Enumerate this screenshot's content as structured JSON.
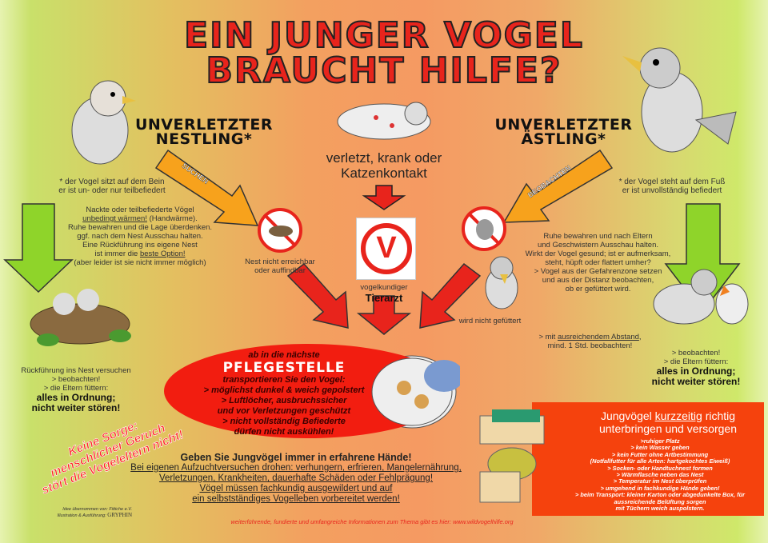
{
  "title": {
    "line1": "EIN JUNGER VOGEL",
    "line2": "BRAUCHT HILFE?"
  },
  "nestling": {
    "heading1": "UNVERLETZTER",
    "heading2": "NESTLING*",
    "note1": "* der Vogel sitzt auf dem Bein",
    "note2": "er ist un- oder nur teilbefiedert",
    "arrow_label": "SUCHEN",
    "text": [
      "Nackte oder teilbefiederte Vögel",
      "unbedingt wärmen!",
      "(Handwärme).",
      "Ruhe bewahren und die Lage überdenken.",
      "ggf. nach dem Nest Ausschau halten.",
      "Eine Rückführung ins eigene Nest",
      "ist immer die",
      "beste Option!",
      "(aber leider ist sie nicht immer möglich)"
    ],
    "no_nest": [
      "Nest nicht erreichbar",
      "oder auffindbar"
    ],
    "result": [
      "Rückführung ins Nest versuchen",
      "> beobachten!",
      "> die Eltern füttern:",
      "alles in Ordnung;",
      "nicht weiter stören!"
    ]
  },
  "injured": {
    "line1": "verletzt, krank oder",
    "line2": "Katzenkontakt",
    "vet1": "vogelkundiger",
    "vet2": "Tierarzt"
  },
  "fledgling": {
    "heading1": "UNVERLETZTER",
    "heading2": "ÄSTLING*",
    "note1": "* der Vogel steht auf dem Fuß",
    "note2": "er ist unvollständig befiedert",
    "arrow_label": "BEOBACHTEN",
    "text": [
      "Ruhe bewahren und nach Eltern",
      "und Geschwistern Ausschau halten.",
      "Wirkt der Vogel gesund; ist er aufmerksam,",
      "steht, hüpft oder flattert umher?",
      "> Vogel aus der Gefahrenzone setzen",
      "und aus der Distanz beobachten,",
      "ob er gefüttert wird."
    ],
    "not_fed": "wird nicht gefüttert",
    "distance": [
      "> mit",
      "ausreichendem Abstand",
      ",",
      "mind. 1 Std. beobachten!"
    ],
    "result": [
      "> beobachten!",
      "> die Eltern füttern:",
      "alles in Ordnung;",
      "nicht weiter stören!"
    ]
  },
  "pflegestelle": {
    "intro": "ab in die nächste",
    "title": "PFLEGESTELLE",
    "lines": [
      "transportieren Sie den Vogel:",
      "> möglichst dunkel & weich gepolstert",
      "> Luftlöcher, ausbruchssicher",
      "und vor Verletzungen geschützt",
      "> nicht vollständig Befiederte",
      "dürfen nicht auskühlen!"
    ]
  },
  "no_worry": [
    "Keine Sorge:",
    "menschlicher Geruch",
    "stört die Vogeleltern nicht!"
  ],
  "bottom": {
    "heading": "Geben Sie Jungvögel immer in erfahrene Hände!",
    "lines": [
      "Bei eigenen Aufzuchtversuchen drohen: verhungern, erfrieren, Mangelernährung,",
      "Verletzungen, Krankheiten, dauerhafte Schäden oder Fehlprägung!",
      "Vögel müssen fachkundig ausgewildert und auf",
      "ein selbstständiges Vogelleben vorbereitet werden!"
    ]
  },
  "care": {
    "title1a": "Jungvögel",
    "title1b": "kurzzeitig",
    "title1c": "richtig",
    "title2": "unterbringen und versorgen",
    "lines": [
      ">ruhiger Platz",
      "> kein Wasser geben",
      "> kein Futter ohne Artbestimmung",
      "(Notfallfutter für alle Arten: hartgekochtes Eiweiß)",
      "> Socken- oder Handtuchnest formen",
      "> Wärmflasche neben das Nest",
      "> Temperatur im Nest überprüfen",
      "> umgehend in fachkundige Hände geben!",
      "> beim Transport: kleiner Karton oder abgedunkelte Box, für",
      "aussreichende Belüftung sorgen",
      "mit Tüchern weich auspolstern."
    ]
  },
  "credits": {
    "line1": "Idee übernommen von: Fittiche e.V.",
    "line2": "Illustration & Ausführung:",
    "logo": "GRYPHIN"
  },
  "footer": "weiterführende, fundierte und umfangreiche Informationen zum Thema gibt es hier: www.wildvogelhilfe.org",
  "colors": {
    "red": "#e8241c",
    "green_arrow": "#8fd42a",
    "orange_arrow": "#f7a21c",
    "care_box": "#f5420d"
  }
}
